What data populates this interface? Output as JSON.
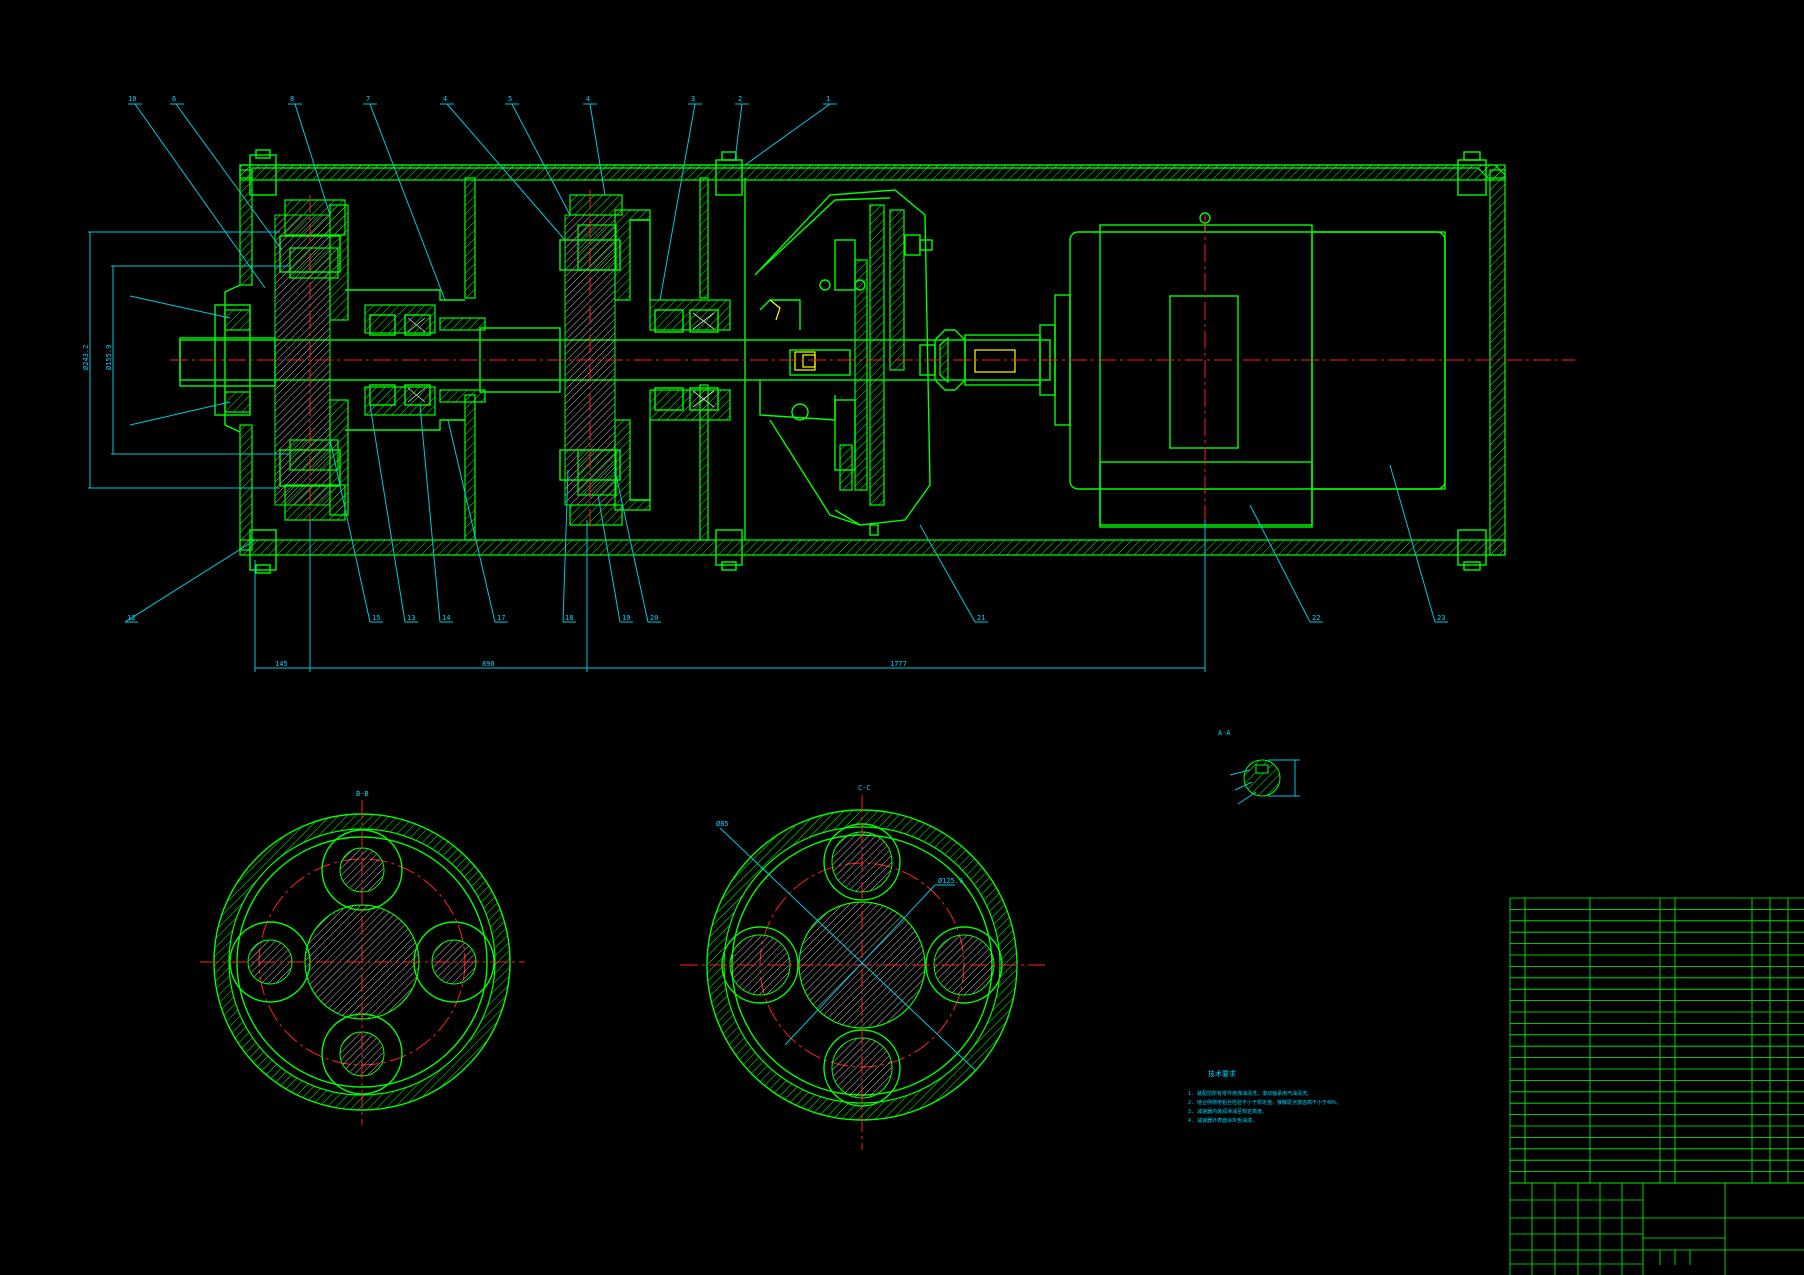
{
  "drawing": {
    "background": "#000000",
    "colors": {
      "outline": "#00ff00",
      "dimension": "#00c8e0",
      "centerline": "#ff2020",
      "accent": "#ffff00",
      "hatch_fill": "#d8d8d8"
    },
    "section_labels": {
      "upper_left_gear": "B-B",
      "upper_right_gear": "C-C",
      "detail": "A-A"
    },
    "dimensions": {
      "vertical_outer": "Ø243.2",
      "vertical_inner": "Ø155.9",
      "length_a": "145",
      "length_b": "890",
      "length_c": "1777",
      "gear_dia": "Ø85",
      "gear_dia_b": "Ø125.6"
    },
    "balloons_top": [
      "10",
      "6",
      "8",
      "7",
      "4",
      "5",
      "4",
      "3",
      "2",
      "1"
    ],
    "balloons_bottom": [
      "12",
      "15",
      "13",
      "14",
      "17",
      "18",
      "19",
      "20",
      "21",
      "22",
      "23"
    ],
    "tech_notes": {
      "title": "技术要求",
      "lines": [
        "1. 装配前所有零件用煤油清洗，滚动轴承用汽油清洗。",
        "2. 啮合侧隙用铅丝检验不小于规定值，接触斑点按齿高不小于40%。",
        "3. 减速器内装润滑油至规定高度。",
        "4. 减速器外表面涂灰色油漆。"
      ]
    }
  }
}
